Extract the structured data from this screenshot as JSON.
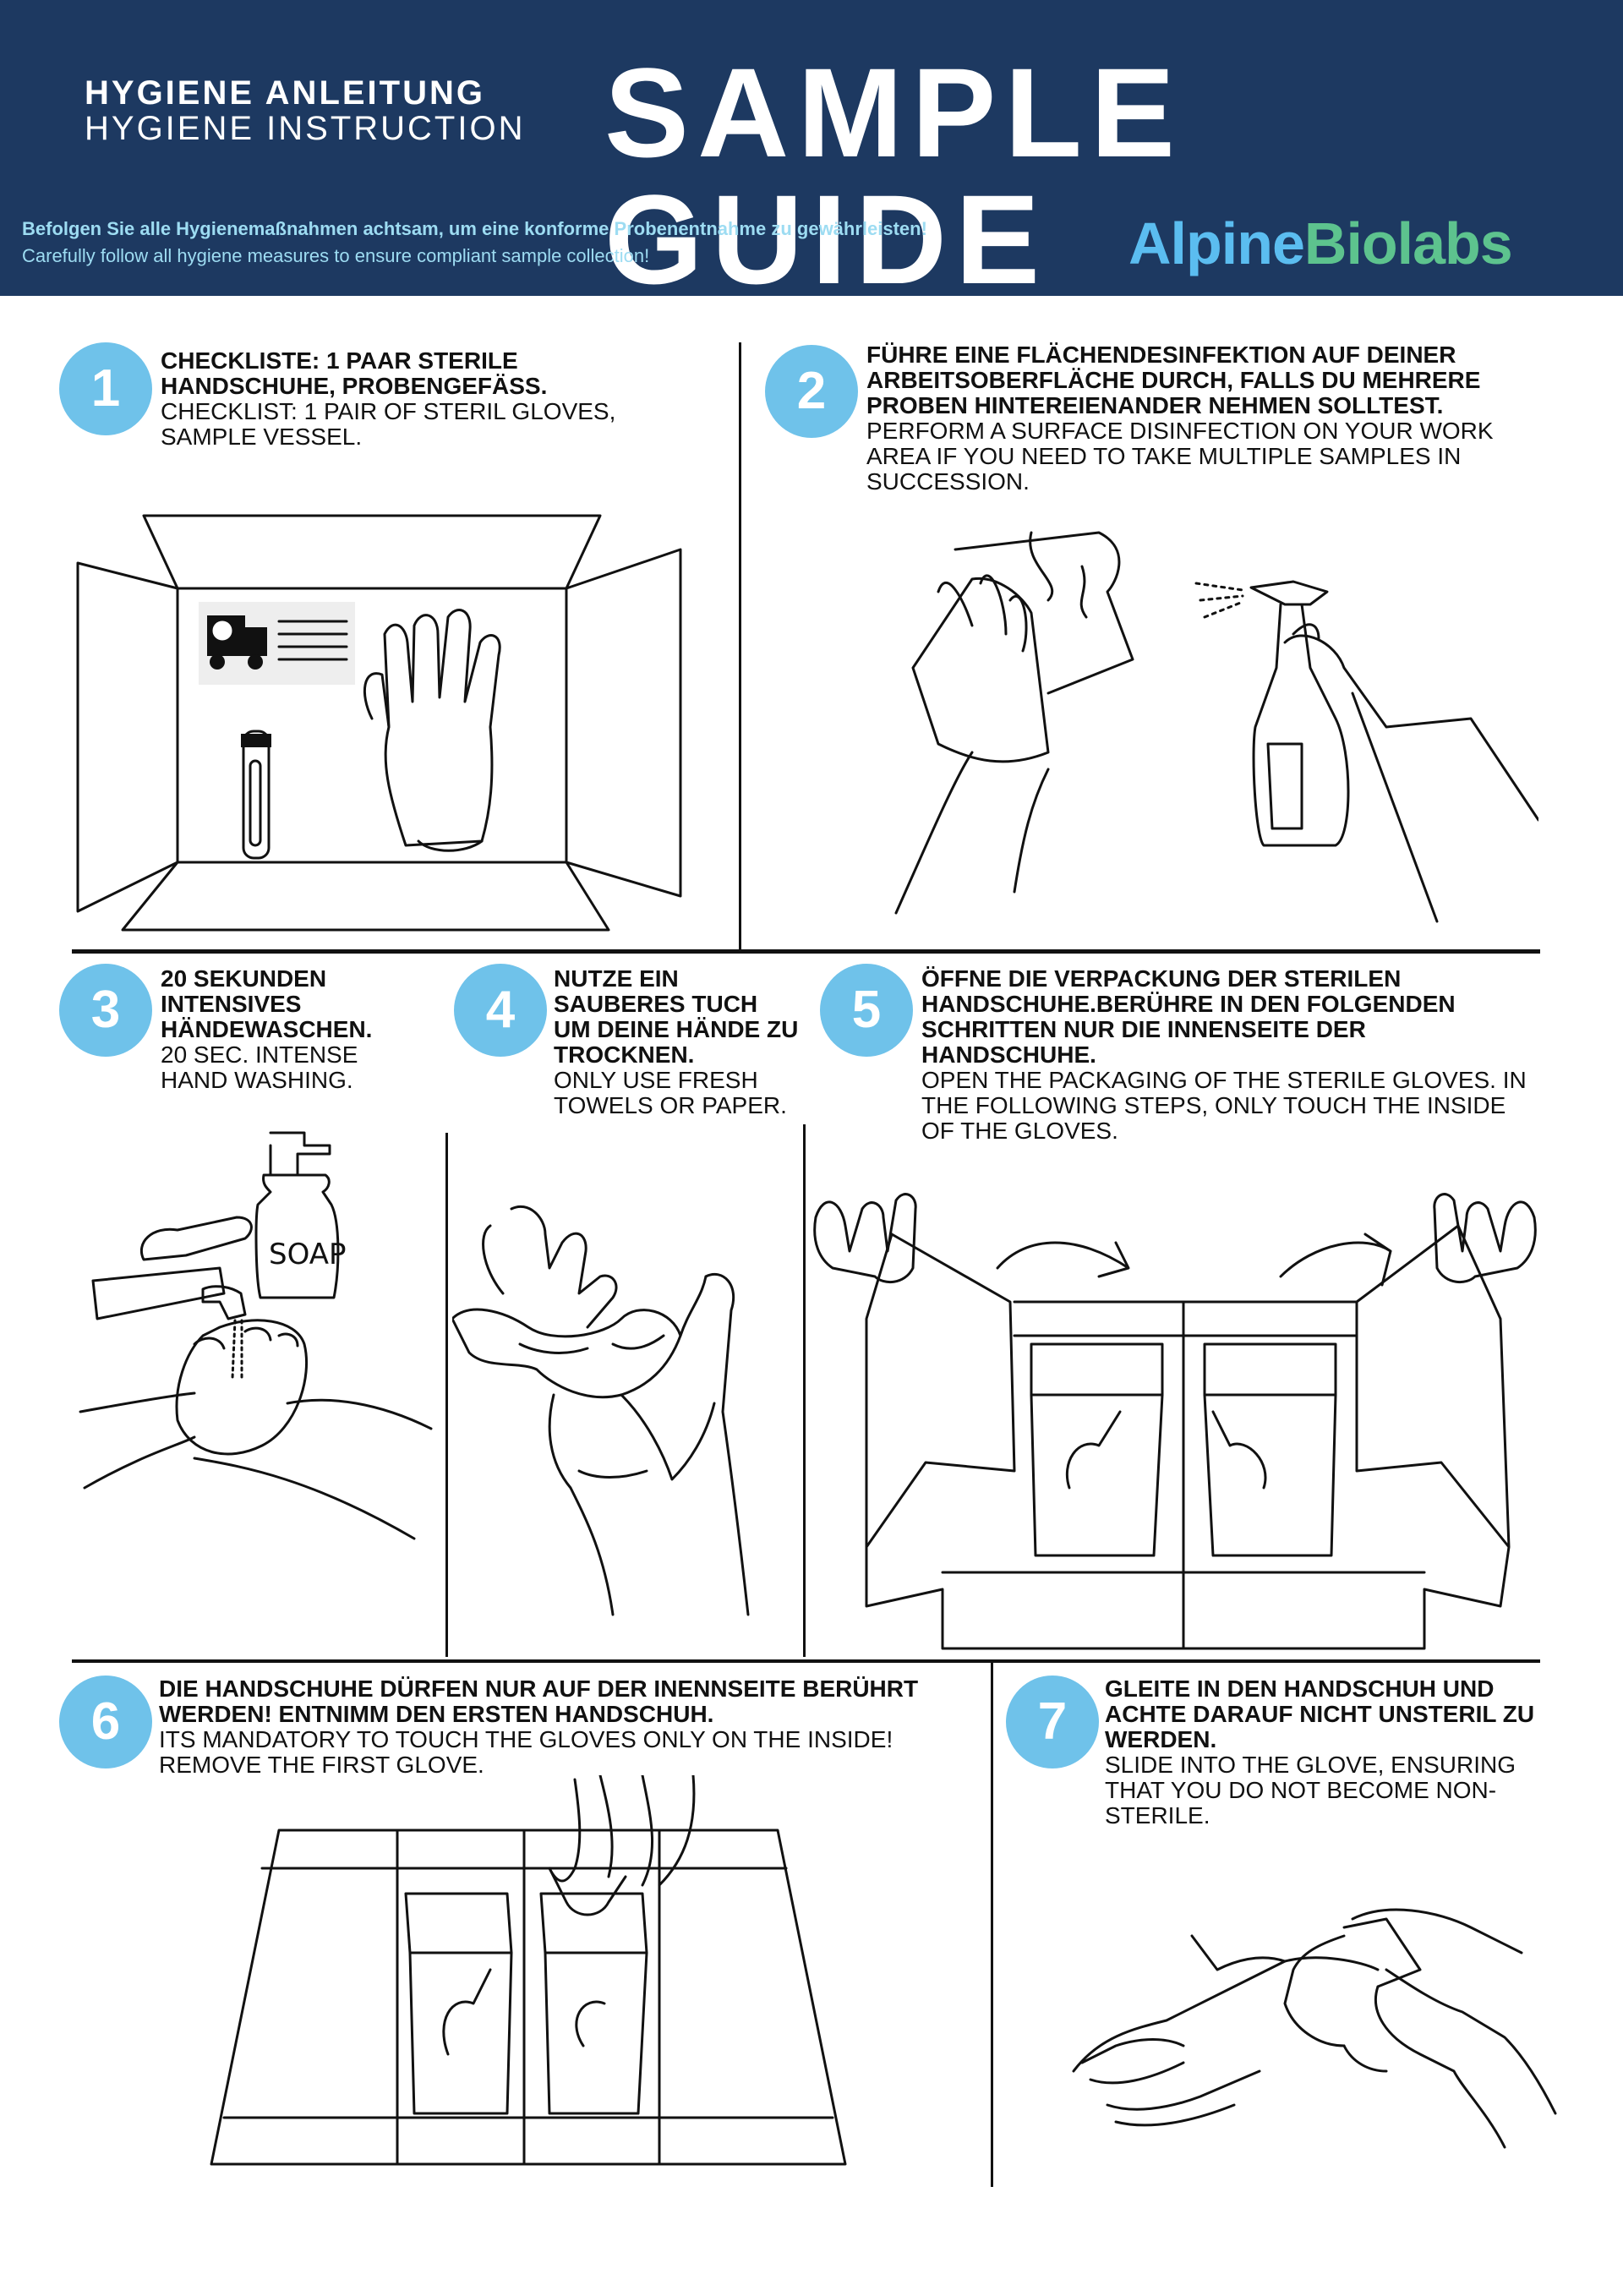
{
  "header": {
    "subtitle_de": "HYGIENE ANLEITUNG",
    "subtitle_en": "HYGIENE INSTRUCTION",
    "title": "SAMPLE GUIDE",
    "note_de": "Befolgen Sie alle Hygienemaßnahmen achtsam, um eine konforme Probenentnahme zu gewährleisten!",
    "note_en": "Carefully follow all hygiene measures to ensure compliant sample collection!",
    "logo_part1": "Alpine",
    "logo_part2": "Biolabs"
  },
  "colors": {
    "header_bg": "#1d3961",
    "step_badge": "#6fc2ea",
    "logo_blue": "#5bbdf0",
    "logo_green": "#5dc38e"
  },
  "steps": [
    {
      "number": "1",
      "text_de": "CHECKLISTE: 1 PAAR STERILE HANDSCHUHE,  PROBENGEFÄSS.",
      "text_en": "CHECKLIST: 1 PAIR OF STERIL GLOVES, SAMPLE VESSEL.",
      "illustration": "open-box-icon"
    },
    {
      "number": "2",
      "text_de": "FÜHRE EINE FLÄCHENDESINFEKTION AUF DEINER ARBEITSOBERFLÄCHE DURCH, FALLS DU MEHRERE PROBEN HINTEREIENANDER NEHMEN SOLLTEST.",
      "text_en": "PERFORM A SURFACE DISINFECTION ON YOUR WORK AREA IF YOU NEED TO TAKE MULTIPLE SAMPLES IN SUCCESSION.",
      "illustration": "spray-bottle-icon"
    },
    {
      "number": "3",
      "text_de": "20 SEKUNDEN INTENSIVES HÄNDEWASCHEN.",
      "text_en": "20 SEC. INTENSE HAND WASHING.",
      "illustration": "hand-washing-icon",
      "soap_label": "SOAP"
    },
    {
      "number": "4",
      "text_de": "NUTZE EIN SAUBERES TUCH UM DEINE HÄNDE ZU TROCKNEN.",
      "text_en": "ONLY USE FRESH TOWELS OR PAPER.",
      "illustration": "hand-drying-icon"
    },
    {
      "number": "5",
      "text_de": "ÖFFNE DIE VERPACKUNG DER STERILEN HANDSCHUHE.BERÜHRE  IN DEN FOLGENDEN SCHRITTEN NUR DIE INNENSEITE DER HANDSCHUHE.",
      "text_en": "OPEN THE PACKAGING OF THE STERILE GLOVES. IN THE FOLLOWING STEPS, ONLY TOUCH THE INSIDE OF THE GLOVES.",
      "illustration": "open-glove-pack-icon"
    },
    {
      "number": "6",
      "text_de": "DIE HANDSCHUHE DÜRFEN NUR AUF DER INENNSEITE BERÜHRT WERDEN! ENTNIMM DEN ERSTEN HANDSCHUH.",
      "text_en": "ITS MANDATORY TO TOUCH THE GLOVES ONLY ON THE INSIDE! REMOVE THE FIRST GLOVE.",
      "illustration": "remove-glove-icon"
    },
    {
      "number": "7",
      "text_de": "GLEITE IN DEN HANDSCHUH UND ACHTE DARAUF  NICHT UNSTERIL ZU WERDEN.",
      "text_en": "SLIDE INTO THE GLOVE, ENSURING THAT YOU DO NOT BECOME NON-STERILE.",
      "illustration": "put-on-glove-icon"
    }
  ]
}
